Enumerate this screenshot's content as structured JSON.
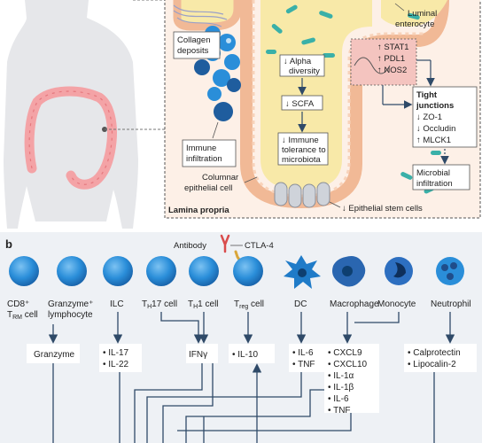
{
  "panel_a": {
    "labels": {
      "collagen1": "Collagen",
      "collagen2": "deposits",
      "luminal1": "Luminal",
      "luminal2": "enterocyte",
      "alpha1": "↓ Alpha",
      "alpha2": "diversity",
      "scfa": "↓ SCFA",
      "immune_tol1": "↓ Immune",
      "immune_tol2": "tolerance to",
      "immune_tol3": "microbiota",
      "immune_inf1": "Immune",
      "immune_inf2": "infiltration",
      "columnar1": "Columnar",
      "columnar2": "epithelial cell",
      "lamina": "Lamina propria",
      "stem": "↓ Epithelial stem cells",
      "stat1": "↑ STAT1",
      "pdl1": "↑ PDL1",
      "nos2": "↑ NOS2",
      "tight1": "Tight",
      "tight2": "junctions",
      "zo1": "↓ ZO-1",
      "occludin": "↓ Occludin",
      "mlck1": "↑ MLCK1",
      "microbial1": "Microbial",
      "microbial2": "infiltration"
    }
  },
  "panel_b": {
    "letter": "b",
    "antibody": "Antibody",
    "ctla4": "CTLA-4",
    "cells": {
      "cd8_1": "CD8⁺",
      "cd8_2": "T",
      "cd8_sub": "RM",
      "cd8_3": " cell",
      "granzyme_cell1": "Granzyme⁺",
      "granzyme_cell2": "lymphocyte",
      "ilc": "ILC",
      "th17_t": "T",
      "th17_sub": "H",
      "th17_rest": "17 cell",
      "th1_t": "T",
      "th1_sub": "H",
      "th1_rest": "1 cell",
      "treg_t": "T",
      "treg_sub": "reg",
      "treg_rest": " cell",
      "dc": "DC",
      "macrophage": "Macrophage",
      "monocyte": "Monocyte",
      "neutrophil": "Neutrophil"
    },
    "boxes": {
      "granzyme": "Granzyme",
      "il17": "• IL-17",
      "il22": "• IL-22",
      "ifng": "IFNγ",
      "il10": "• IL-10",
      "il6": "• IL-6",
      "tnf": "• TNF",
      "cxcl9": "• CXCL9",
      "cxcl10": "• CXCL10",
      "il1a": "• IL-1α",
      "il1b": "• IL-1β",
      "il6b": "• IL-6",
      "tnfb": "• TNF",
      "calprotectin": "• Calprotectin",
      "lipocalin": "• Lipocalin-2"
    }
  },
  "colors": {
    "panel_bg": "#fdf0e7",
    "panel_border": "#555555",
    "lumen": "#f8e9a8",
    "cell_blue": "#2a8ed9",
    "dark_blue": "#1f5d9e",
    "arrow": "#2f4a68",
    "highlight": "#f4c4bf",
    "silhouette": "#e6e7ea",
    "colon": "#f4a3a6"
  }
}
